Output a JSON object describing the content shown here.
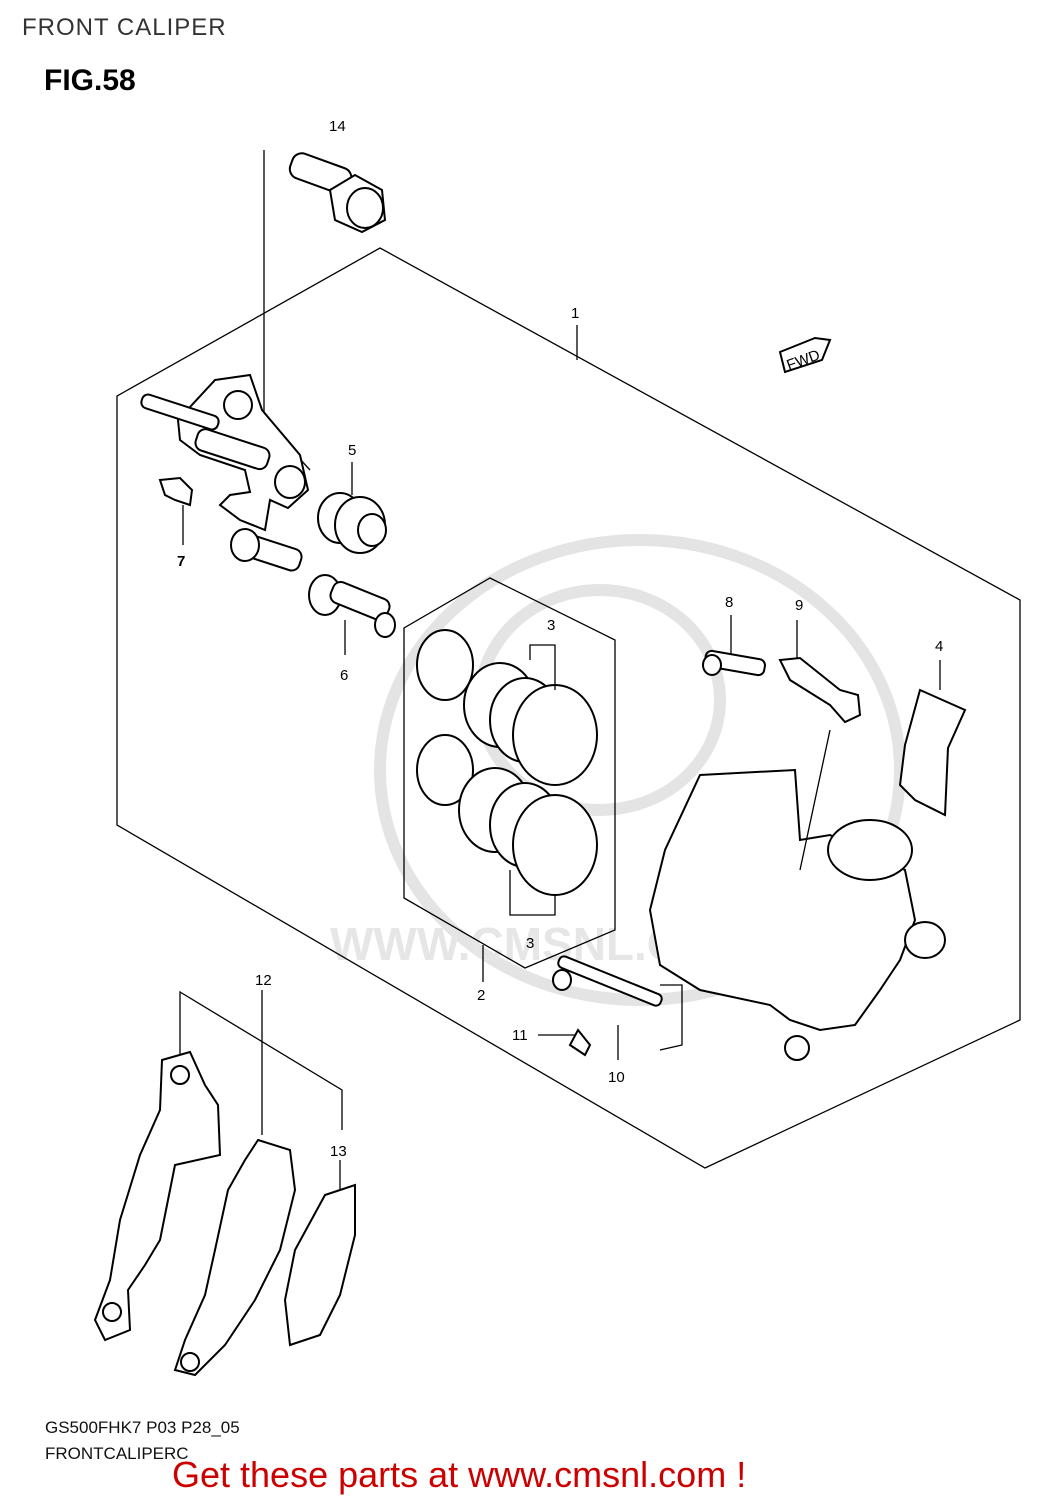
{
  "header": {
    "title": "FRONT CALIPER",
    "figure": "FIG.58"
  },
  "callouts": {
    "c1": "1",
    "c2": "2",
    "c3a": "3",
    "c3b": "3",
    "c4": "4",
    "c5": "5",
    "c6": "6",
    "c7": "7",
    "c8": "8",
    "c9": "9",
    "c10": "10",
    "c11": "11",
    "c12": "12",
    "c13": "13",
    "c14": "14"
  },
  "direction_tag": "FWD",
  "watermark": "WWW.CMSNL.COM",
  "footer": {
    "code": "GS500FHK7 P03 P28_05",
    "name": "FRONTCALIPERC",
    "promo": "Get these parts at www.cmsnl.com !"
  }
}
